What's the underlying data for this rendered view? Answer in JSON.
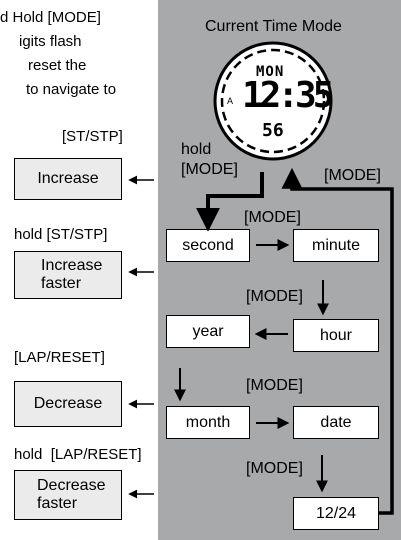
{
  "intro": {
    "line1": "d Hold [MODE]",
    "line2": "igits flash",
    "line3": "reset the",
    "line4": "to navigate to"
  },
  "panel": {
    "title": "Current Time Mode"
  },
  "watch": {
    "day": "MON",
    "time": "12:35",
    "seconds": "56",
    "side_mark": "A"
  },
  "flow": {
    "hold_label_1": "hold",
    "hold_label_2": "[MODE]",
    "return_label": "[MODE]",
    "mode_label_1": "[MODE]",
    "mode_label_2": "[MODE]",
    "mode_label_3": "[MODE]",
    "mode_label_4": "[MODE]",
    "steps": {
      "second": "second",
      "minute": "minute",
      "hour": "hour",
      "year": "year",
      "month": "month",
      "date": "date",
      "format": "12/24"
    }
  },
  "actions": [
    {
      "button": "[ST/STP]",
      "label": "Increase"
    },
    {
      "button": "hold [ST/STP]",
      "label_line1": "Increase",
      "label_line2": "faster"
    },
    {
      "button": "[LAP/RESET]",
      "label": "Decrease"
    },
    {
      "button": "hold  [LAP/RESET]",
      "label_line1": "Decrease",
      "label_line2": "faster"
    }
  ],
  "colors": {
    "panel": "#a8a9ab",
    "action_box": "#ebebec",
    "step_box": "#ffffff"
  }
}
